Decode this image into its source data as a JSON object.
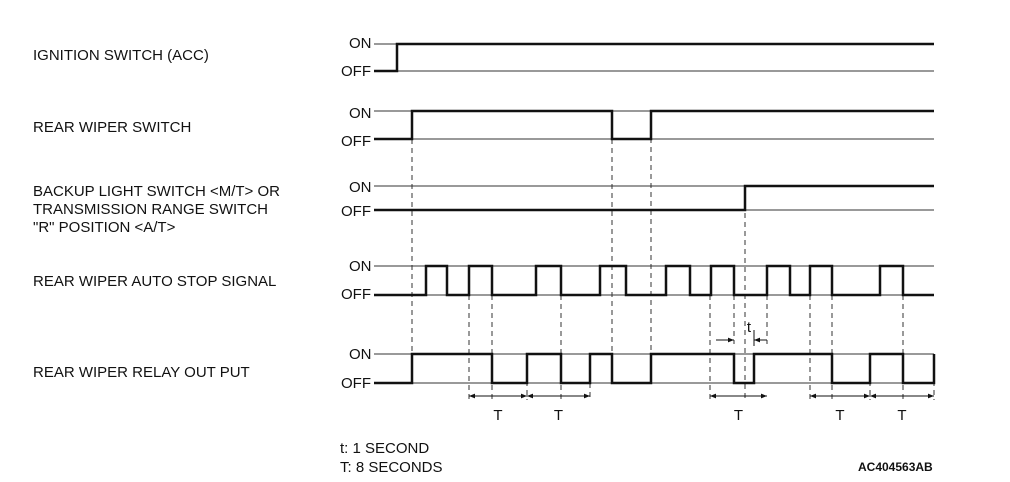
{
  "signals": [
    {
      "label": "IGNITION SWITCH (ACC)",
      "on": "ON",
      "off": "OFF"
    },
    {
      "label": "REAR WIPER SWITCH",
      "on": "ON",
      "off": "OFF"
    },
    {
      "label": "BACKUP LIGHT SWITCH <M/T> OR\nTRANSMISSION RANGE SWITCH\n\"R\" POSITION <A/T>",
      "on": "ON",
      "off": "OFF"
    },
    {
      "label": "REAR WIPER AUTO STOP SIGNAL",
      "on": "ON",
      "off": "OFF"
    },
    {
      "label": "REAR WIPER RELAY OUT PUT",
      "on": "ON",
      "off": "OFF"
    }
  ],
  "interval_labels": {
    "short": "t",
    "long": [
      "T",
      "T",
      "T",
      "T",
      "T"
    ]
  },
  "notes": {
    "t": "t: 1 SECOND",
    "T": "T: 8 SECONDS"
  },
  "figure_id": "AC404563AB"
}
